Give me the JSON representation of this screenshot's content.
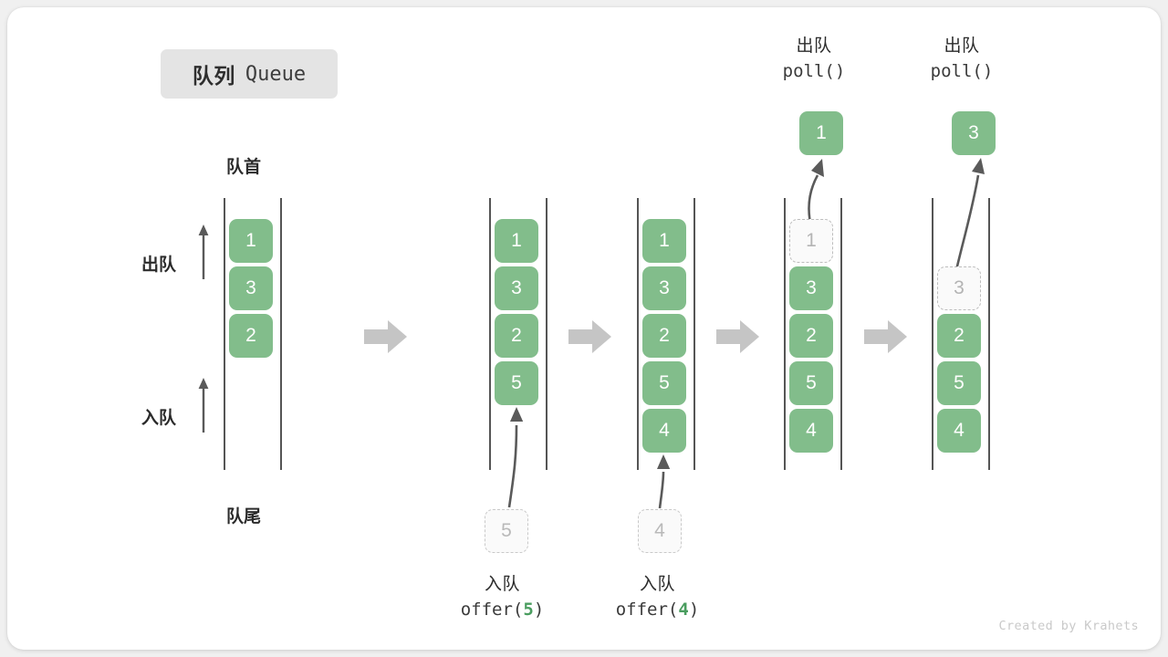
{
  "title": {
    "cn": "队列",
    "en": "Queue"
  },
  "labels": {
    "head": "队首",
    "tail": "队尾",
    "dequeue": "出队",
    "enqueue": "入队"
  },
  "credit": "Created by Krahets",
  "colors": {
    "cell_fill": "#82bd8b",
    "cell_text": "#ffffff",
    "ghost_fill": "#fafafa",
    "ghost_border": "#bdbdbd",
    "ghost_text": "#b4b4b4",
    "rail": "#555555",
    "step_arrow": "#c5c5c5",
    "motion_arrow": "#5a5a5a",
    "badge_bg": "#e4e4e4",
    "accent_green": "#4a9d5f",
    "credit_text": "#c9c9c9"
  },
  "steps": [
    {
      "id": "initial",
      "cells": [
        {
          "value": "1",
          "state": "filled"
        },
        {
          "value": "3",
          "state": "filled"
        },
        {
          "value": "2",
          "state": "filled"
        }
      ]
    },
    {
      "id": "after-offer-5",
      "cells": [
        {
          "value": "1",
          "state": "filled"
        },
        {
          "value": "3",
          "state": "filled"
        },
        {
          "value": "2",
          "state": "filled"
        },
        {
          "value": "5",
          "state": "filled"
        }
      ],
      "incoming": {
        "value": "5",
        "state": "pending"
      },
      "caption": {
        "line1": "入队",
        "line2_prefix": "offer(",
        "line2_arg": "5",
        "line2_suffix": ")"
      }
    },
    {
      "id": "after-offer-4",
      "cells": [
        {
          "value": "1",
          "state": "filled"
        },
        {
          "value": "3",
          "state": "filled"
        },
        {
          "value": "2",
          "state": "filled"
        },
        {
          "value": "5",
          "state": "filled"
        },
        {
          "value": "4",
          "state": "filled"
        }
      ],
      "incoming": {
        "value": "4",
        "state": "pending"
      },
      "caption": {
        "line1": "入队",
        "line2_prefix": "offer(",
        "line2_arg": "4",
        "line2_suffix": ")"
      }
    },
    {
      "id": "poll-1",
      "cells": [
        {
          "value": "1",
          "state": "ghost"
        },
        {
          "value": "3",
          "state": "filled"
        },
        {
          "value": "2",
          "state": "filled"
        },
        {
          "value": "5",
          "state": "filled"
        },
        {
          "value": "4",
          "state": "filled"
        }
      ],
      "outgoing": {
        "value": "1",
        "state": "filled"
      },
      "header": {
        "line1": "出队",
        "line2": "poll()"
      }
    },
    {
      "id": "poll-3",
      "cells": [
        {
          "value": "",
          "state": "empty"
        },
        {
          "value": "3",
          "state": "ghost"
        },
        {
          "value": "2",
          "state": "filled"
        },
        {
          "value": "5",
          "state": "filled"
        },
        {
          "value": "4",
          "state": "filled"
        }
      ],
      "outgoing": {
        "value": "3",
        "state": "filled"
      },
      "header": {
        "line1": "出队",
        "line2": "poll()"
      }
    }
  ]
}
